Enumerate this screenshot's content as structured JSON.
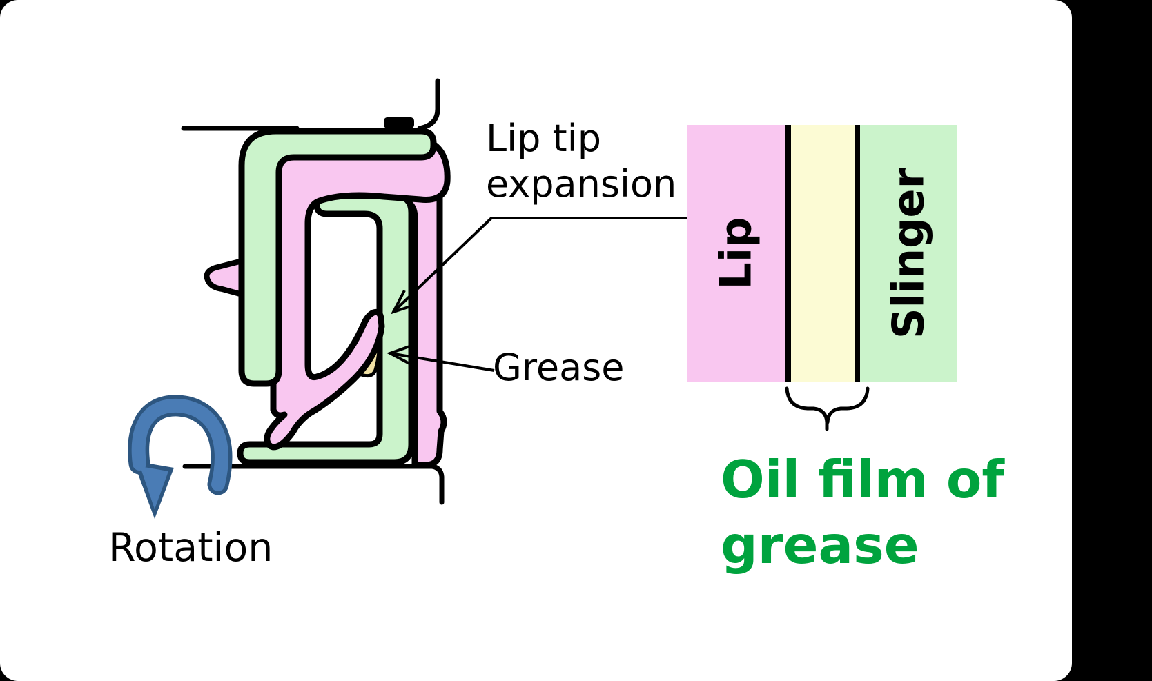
{
  "canvas": {
    "background": "#000000",
    "surface": "#ffffff"
  },
  "labels": {
    "lip_tip_expansion": "Lip tip\nexpansion",
    "grease": "Grease",
    "rotation": "Rotation",
    "oil_film": "Oil film of\ngrease"
  },
  "panel": {
    "lip": "Lip",
    "slinger": "Slinger"
  },
  "colors": {
    "seal_pink": "#F9C7F0",
    "seal_green": "#CBF3CB",
    "grease_blob": "#F0E0A4",
    "oil_film_strip": "#FCFBD4",
    "panel_pink": "#F9C7F0",
    "panel_green": "#CBF3CB",
    "outline_black": "#000000",
    "rotation_arrow_fill": "#4A7CB5",
    "rotation_arrow_edge": "#2D5680",
    "oil_film_text_green": "#00A33E"
  }
}
